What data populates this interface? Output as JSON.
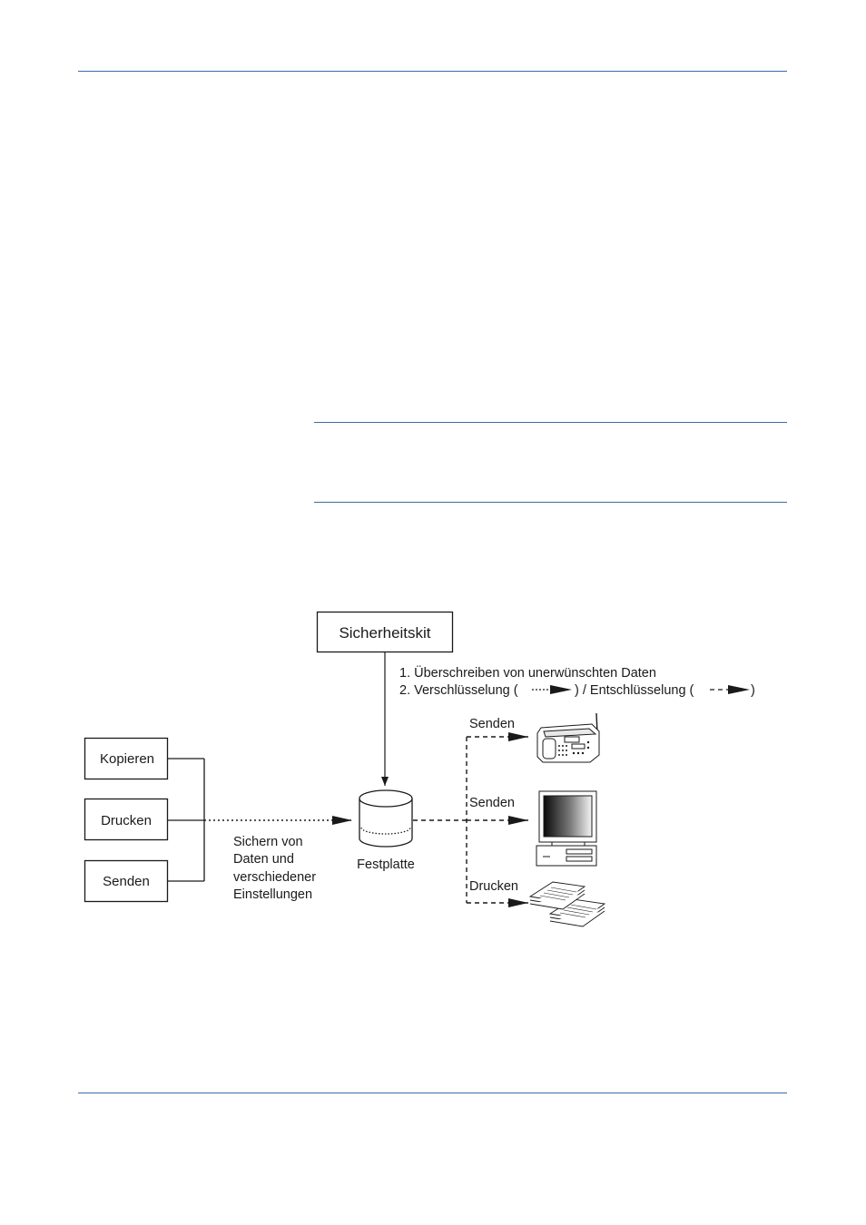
{
  "colors": {
    "rule": "#3a6ea5",
    "ink": "#1a1a1a"
  },
  "diagram": {
    "security_kit": "Sicherheitskit",
    "functions": {
      "line1": "1. Überschreiben von unerwünschten Daten",
      "line2_part1": "2. Verschlüsselung (",
      "line2_part2": ") / Entschlüsselung (",
      "line2_part3": ")"
    },
    "inputs": [
      "Kopieren",
      "Drucken",
      "Senden"
    ],
    "store_caption": [
      "Sichern von",
      "Daten und",
      "verschiedener",
      "Einstellungen"
    ],
    "hdd_label": "Festplatte",
    "outputs": [
      {
        "label": "Senden",
        "icon": "fax-icon"
      },
      {
        "label": "Senden",
        "icon": "computer-icon"
      },
      {
        "label": "Drucken",
        "icon": "paper-stack-icon"
      }
    ]
  }
}
